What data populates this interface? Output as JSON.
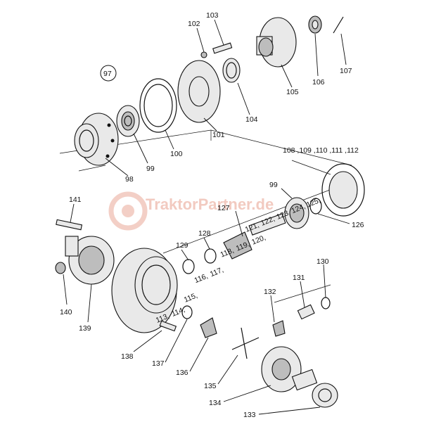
{
  "watermark": {
    "text": "TraktorPartner.de",
    "color": "#e8a08e"
  },
  "group_ref": "97",
  "callouts": [
    "98",
    "99",
    "100",
    "101",
    "102",
    "103",
    "104",
    "105",
    "106",
    "107",
    "108 ,109 ,110 ,111 ,112",
    "99",
    "126",
    "127",
    "128",
    "129",
    "125,",
    "124,",
    "123,",
    "122,",
    "121,",
    "120,",
    "119,",
    "118,",
    "117,",
    "116,",
    "115,",
    "114,",
    "113,",
    "130",
    "131",
    "132",
    "133",
    "134",
    "135",
    "136",
    "137",
    "138",
    "139",
    "140",
    "141"
  ]
}
